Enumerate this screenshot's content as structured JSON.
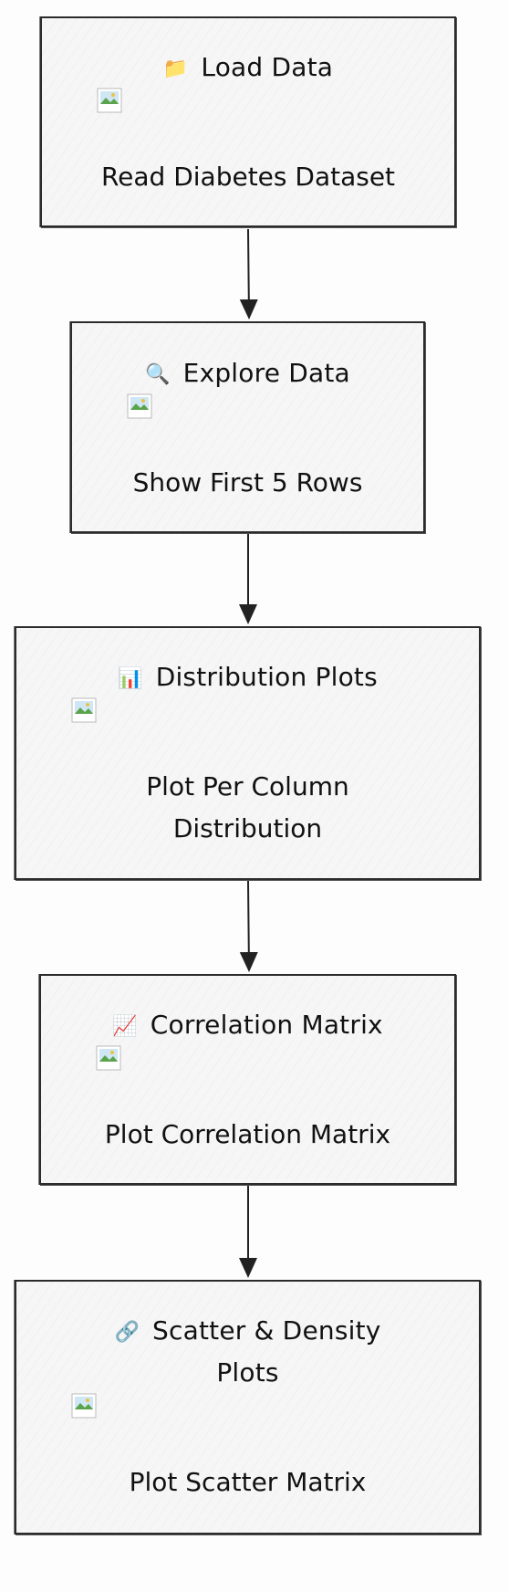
{
  "nodes": [
    {
      "icon": "folder-icon",
      "emoji": "📁",
      "title": "Load Data",
      "subtitle_lines": [
        "Read Diabetes Dataset"
      ]
    },
    {
      "icon": "magnifier-icon",
      "emoji": "🔍",
      "title": "Explore Data",
      "subtitle_lines": [
        "Show First 5 Rows"
      ]
    },
    {
      "icon": "bar-chart-icon",
      "emoji": "📊",
      "title": "Distribution Plots",
      "subtitle_lines": [
        "Plot Per Column",
        "Distribution"
      ]
    },
    {
      "icon": "trend-chart-icon",
      "emoji": "📈",
      "title": "Correlation Matrix",
      "subtitle_lines": [
        "Plot Correlation Matrix"
      ]
    },
    {
      "icon": "link-icon",
      "emoji": "🔗",
      "title_lines": [
        "Scatter & Density",
        "Plots"
      ],
      "subtitle_lines": [
        "Plot Scatter Matrix"
      ]
    }
  ],
  "edges": [
    {
      "from": 0,
      "to": 1
    },
    {
      "from": 1,
      "to": 2
    },
    {
      "from": 2,
      "to": 3
    },
    {
      "from": 3,
      "to": 4
    }
  ],
  "colors": {
    "stroke": "#222222",
    "fill": "#f6f6f6"
  }
}
